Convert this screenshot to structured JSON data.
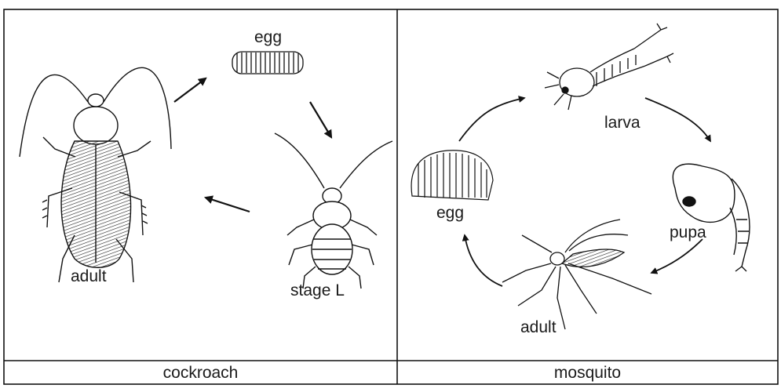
{
  "panels": {
    "left": {
      "caption": "cockroach",
      "labels": {
        "egg": "egg",
        "stage": "stage L",
        "adult": "adult"
      }
    },
    "right": {
      "caption": "mosquito",
      "labels": {
        "larva": "larva",
        "pupa": "pupa",
        "egg": "egg",
        "adult": "adult"
      }
    }
  },
  "icons": {
    "cockroach_adult": "cockroach-adult-icon",
    "cockroach_egg": "cockroach-egg-case-icon",
    "cockroach_nymph": "cockroach-nymph-icon",
    "mosquito_larva": "mosquito-larva-icon",
    "mosquito_pupa": "mosquito-pupa-icon",
    "mosquito_egg": "mosquito-egg-raft-icon",
    "mosquito_adult": "mosquito-adult-icon"
  }
}
